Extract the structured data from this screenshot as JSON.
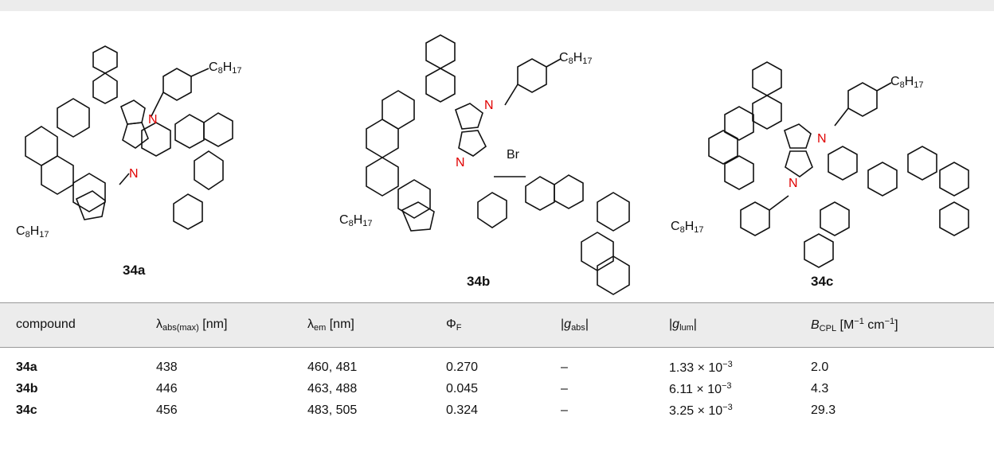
{
  "structures": [
    {
      "label": "34a",
      "substituent_top": "C8H17",
      "substituent_bottom": "C8H17",
      "atoms": [
        "N",
        "N"
      ]
    },
    {
      "label": "34b",
      "substituent_top": "C8H17",
      "substituent_bottom": "C8H17",
      "atoms": [
        "N",
        "N",
        "Br"
      ]
    },
    {
      "label": "34c",
      "substituent_top": "C8H17",
      "substituent_bottom": "C8H17",
      "atoms": [
        "N",
        "N"
      ]
    }
  ],
  "table": {
    "headers": {
      "compound": "compound",
      "labs_sym": "λ",
      "labs_sub": "abs(max)",
      "labs_unit": " [nm]",
      "lem_sym": "λ",
      "lem_sub": "em",
      "lem_unit": " [nm]",
      "phi_sym": "Φ",
      "phi_sub": "F",
      "gabs_pre": "|",
      "gabs_sym": "g",
      "gabs_sub": "abs",
      "gabs_post": "|",
      "glum_pre": "|",
      "glum_sym": "g",
      "glum_sub": "lum",
      "glum_post": "|",
      "bcpl_sym": "B",
      "bcpl_sub": "CPL",
      "bcpl_a": " [M",
      "bcpl_sup1": "−1",
      "bcpl_b": " cm",
      "bcpl_sup2": "−1",
      "bcpl_c": "]"
    },
    "rows": [
      {
        "compound": "34a",
        "labs": "438",
        "lem": "460, 481",
        "phi": "0.270",
        "gabs": "–",
        "glum_mant": "1.33 × 10",
        "glum_exp": "−3",
        "bcpl": "2.0"
      },
      {
        "compound": "34b",
        "labs": "446",
        "lem": "463, 488",
        "phi": "0.045",
        "gabs": "–",
        "glum_mant": "6.11 × 10",
        "glum_exp": "−3",
        "bcpl": "4.3"
      },
      {
        "compound": "34c",
        "labs": "456",
        "lem": "483, 505",
        "phi": "0.324",
        "gabs": "–",
        "glum_mant": "3.25 × 10",
        "glum_exp": "−3",
        "bcpl": "29.3"
      }
    ]
  }
}
